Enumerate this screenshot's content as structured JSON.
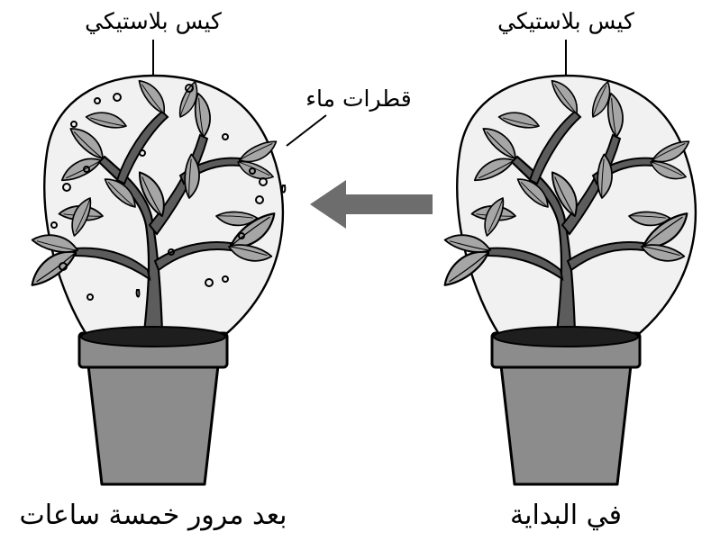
{
  "labels": {
    "bag_left": "كيس بلاستيكي",
    "bag_right": "كيس بلاستيكي",
    "water_drops": "قطرات ماء",
    "caption_left": "بعد مرور خمسة ساعات",
    "caption_right": "في البداية"
  },
  "colors": {
    "bag_fill": "#f1f1f1",
    "leaf_fill": "#a6a6a6",
    "stem_fill": "#5c5c5c",
    "pot_fill": "#8c8c8c",
    "soil_fill": "#1e1e1e",
    "arrow_fill": "#6d6d6d"
  },
  "icons": {
    "left_panel": "plant-in-bag-with-drops-icon",
    "right_panel": "plant-in-bag-icon",
    "arrow": "arrow-left-icon"
  }
}
